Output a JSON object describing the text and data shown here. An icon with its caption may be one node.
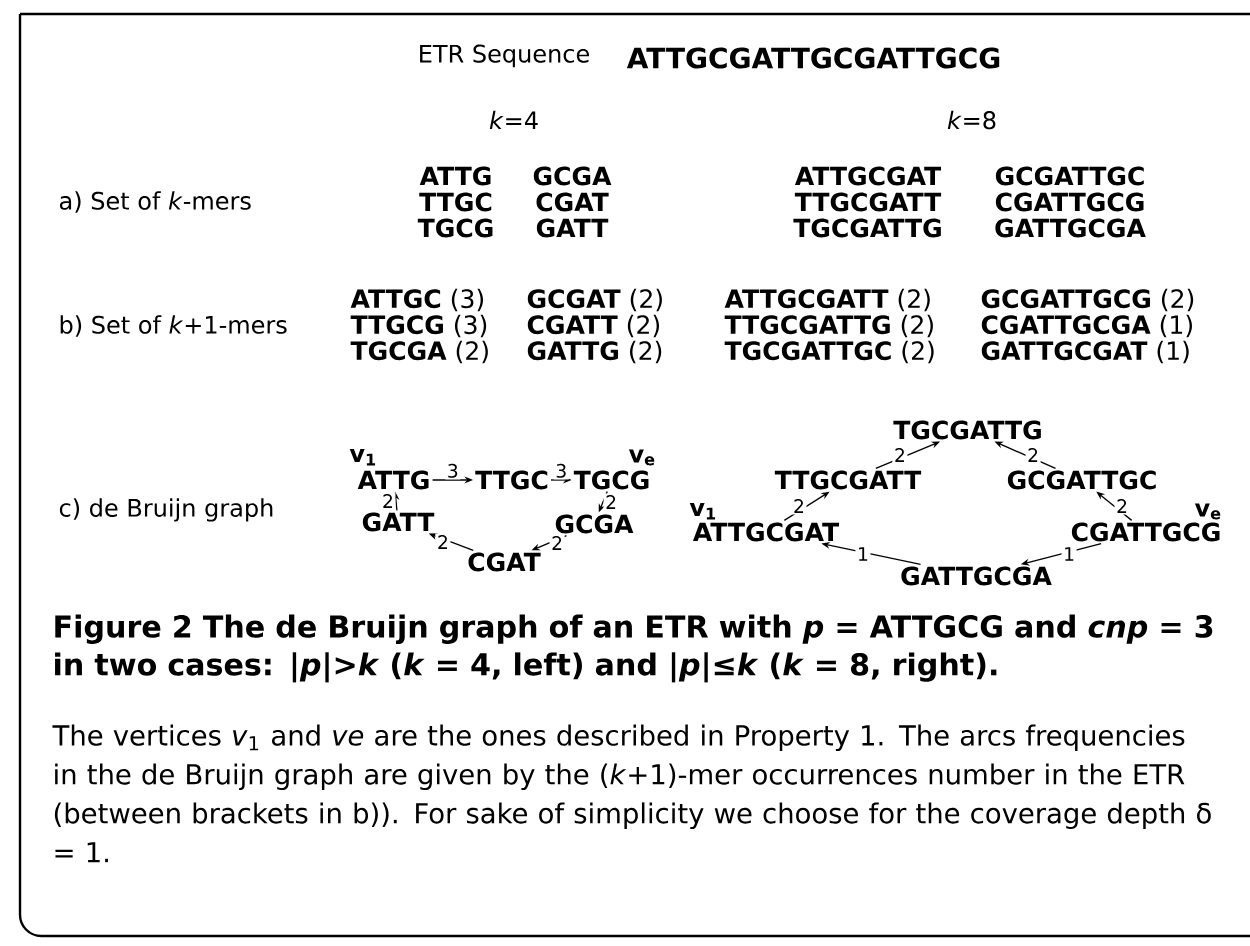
{
  "diagram": {
    "title": "Figure 2 The de Bruijn graph of an ETR with *p* = ATTGCG and *cnp* = 3 in two cases: |*p*|>*k* (*k* = 4, left) and |*p*|≤*k* (*k* = 8, right).",
    "caption": "The vertices *v*$_{1}$ and *ve* are the ones described in Property 1. The arcs frequencies in the de Bruijn graph are given by the (*k*+1)-mer occurrences number in the ETR (between brackets in b)). For sake of simplicity we choose for the coverage depth δ = 1.",
    "nodes": [
      {
        "text": [
          "ATTG"
        ],
        "beside": [
          "v$_{1}$"
        ]
      },
      {
        "text": [
          "TTGC"
        ]
      },
      {
        "text": [
          "TGCG"
        ],
        "beside": [
          "v$_{e}$"
        ]
      },
      {
        "text": [
          "GCGA"
        ]
      },
      {
        "text": [
          "CGAT"
        ]
      },
      {
        "text": [
          "GATT"
        ]
      },
      {
        "text": [
          "TGCGATTG"
        ]
      },
      {
        "text": [
          "TTGCGATT"
        ]
      },
      {
        "text": [
          "GCGATTGC"
        ]
      },
      {
        "text": [
          "ATTGCGAT"
        ],
        "beside": [
          "v$_{1}$"
        ]
      },
      {
        "text": [
          "CGATTGCG"
        ],
        "beside": [
          "v$_{e}$"
        ]
      },
      {
        "text": [
          "GATTGCGA"
        ]
      }
    ],
    "edges": [
      {
        "from": 0,
        "to": 1,
        "arrow": "to",
        "label": "3"
      },
      {
        "from": 1,
        "to": 2,
        "arrow": "to",
        "label": "3"
      },
      {
        "from": 2,
        "to": 3,
        "arrow": "to",
        "label": "2"
      },
      {
        "from": 3,
        "to": 4,
        "arrow": "to",
        "label": "2"
      },
      {
        "from": 4,
        "to": 5,
        "arrow": "to",
        "label": "2"
      },
      {
        "from": 5,
        "to": 0,
        "arrow": "to",
        "label": "2"
      },
      {
        "from": 9,
        "to": 7,
        "arrow": "to",
        "label": "2"
      },
      {
        "from": 7,
        "to": 6,
        "arrow": "to",
        "label": "2"
      },
      {
        "from": 8,
        "to": 6,
        "arrow": "to",
        "label": "2"
      },
      {
        "from": 10,
        "to": 8,
        "arrow": "to",
        "label": "2"
      },
      {
        "from": 10,
        "to": 11,
        "arrow": "to",
        "label": "1"
      },
      {
        "from": 11,
        "to": 9,
        "arrow": "to",
        "label": "1"
      }
    ],
    "labels": [
      "ETR Sequence",
      "ATTGCGATTGCGATTGCG",
      "*k*=4",
      "*k*=8",
      "a) Set of *k*-mers",
      "ATTG",
      "GCGA",
      "ATTGCGAT",
      "GCGATTGC",
      "TTGC",
      "CGAT",
      "TTGCGATT",
      "CGATTGCG",
      "TGCG",
      "GATT",
      "TGCGATTG",
      "GATTGCGA",
      "b) Set of *k*+1-mers",
      "**ATTGC** (3)",
      "**GCGAT** (2)",
      "**ATTGCGATT** (2)",
      "**GCGATTGCG** (2)",
      "**TTGCG** (3)",
      "**CGATT** (2)",
      "**TTGCGATTG** (2)",
      "**CGATTGCGA** (1)",
      "**TGCGA** (2)",
      "**GATTG** (2)",
      "**TGCGATTGC** (2)",
      "**GATTGCGAT** (1)",
      "c) de Bruijn graph"
    ]
  }
}
